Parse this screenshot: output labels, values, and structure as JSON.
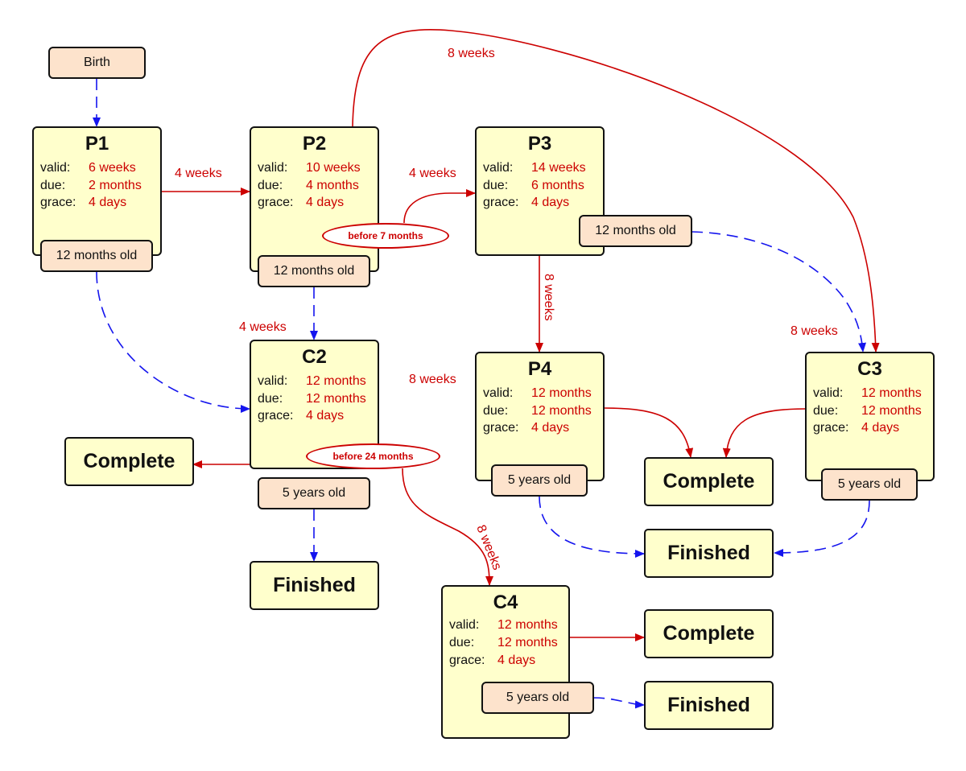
{
  "start": {
    "label": "Birth"
  },
  "nodes": {
    "p1": {
      "title": "P1",
      "valid_key": "valid:",
      "valid": "6 weeks",
      "due_key": "due:",
      "due": "2 months",
      "grace_key": "grace:",
      "grace": "4 days",
      "tag": "12 months old"
    },
    "p2": {
      "title": "P2",
      "valid_key": "valid:",
      "valid": "10 weeks",
      "due_key": "due:",
      "due": "4 months",
      "grace_key": "grace:",
      "grace": "4 days",
      "tag": "12 months old",
      "condition": "before 7 months"
    },
    "p3": {
      "title": "P3",
      "valid_key": "valid:",
      "valid": "14 weeks",
      "due_key": "due:",
      "due": "6 months",
      "grace_key": "grace:",
      "grace": "4 days",
      "tag": "12 months old"
    },
    "p4": {
      "title": "P4",
      "valid_key": "valid:",
      "valid": "12 months",
      "due_key": "due:",
      "due": "12 months",
      "grace_key": "grace:",
      "grace": "4 days",
      "tag": "5 years old"
    },
    "c2": {
      "title": "C2",
      "valid_key": "valid:",
      "valid": "12 months",
      "due_key": "due:",
      "due": "12 months",
      "grace_key": "grace:",
      "grace": "4 days",
      "tag": "5 years old",
      "condition": "before 24 months"
    },
    "c3": {
      "title": "C3",
      "valid_key": "valid:",
      "valid": "12 months",
      "due_key": "due:",
      "due": "12 months",
      "grace_key": "grace:",
      "grace": "4 days",
      "tag": "5 years old"
    },
    "c4": {
      "title": "C4",
      "valid_key": "valid:",
      "valid": "12 months",
      "due_key": "due:",
      "due": "12 months",
      "grace_key": "grace:",
      "grace": "4 days",
      "tag": "5 years old"
    }
  },
  "terminals": {
    "complete_left": "Complete",
    "finished_c2": "Finished",
    "complete_right": "Complete",
    "finished_right": "Finished",
    "complete_c4": "Complete",
    "finished_c4": "Finished"
  },
  "edge_labels": {
    "p1_p2": "4 weeks",
    "p2_p3": "4 weeks",
    "p2_c3": "8 weeks",
    "p3_p4": "8 weeks",
    "p3_c3": "8 weeks",
    "p2_c2": "4 weeks",
    "c2_p4": "8 weeks",
    "c2_c4": "8 weeks"
  },
  "colors": {
    "red_edge": "#cc0000",
    "blue_edge": "#1515ee",
    "node_fill": "#ffffcc",
    "tag_fill": "#fde3cc"
  }
}
